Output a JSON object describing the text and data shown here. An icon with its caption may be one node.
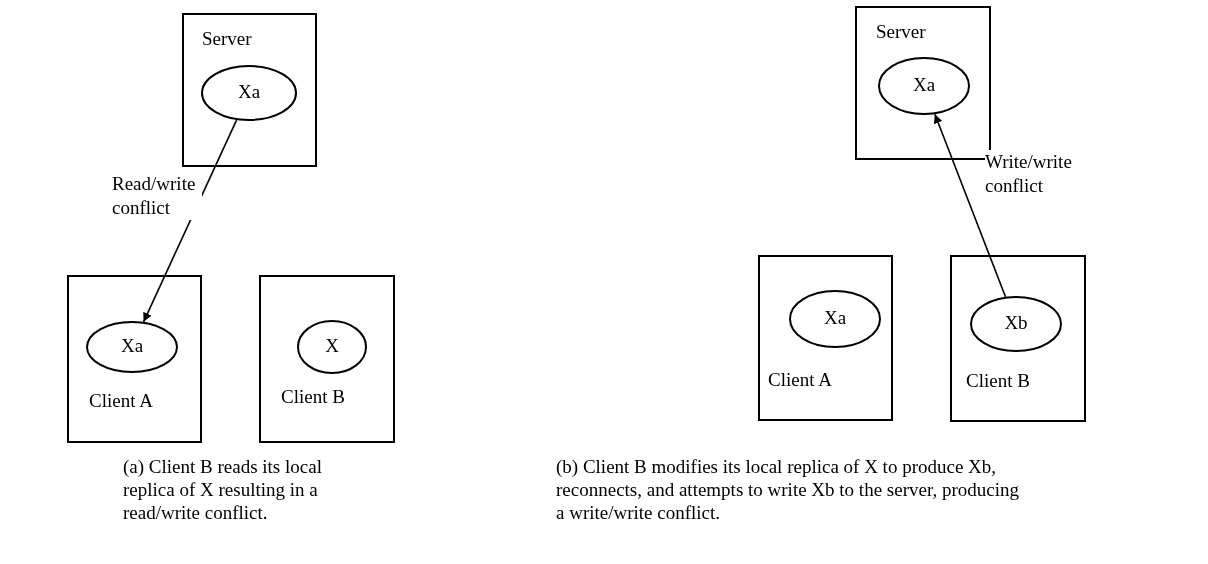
{
  "diagram": {
    "nodes": [
      {
        "text": [
          "Server"
        ]
      },
      {
        "text": [
          "Xa"
        ],
        "in": 0
      },
      {
        "text": [
          "Client A"
        ]
      },
      {
        "text": [
          "Xa"
        ],
        "in": 2
      },
      {
        "text": [
          "Client B"
        ]
      },
      {
        "text": [
          "X"
        ],
        "in": 4
      },
      {
        "text": [
          "Server"
        ]
      },
      {
        "text": [
          "Xa"
        ],
        "in": 6
      },
      {
        "text": [
          "Client A"
        ]
      },
      {
        "text": [
          "Xa"
        ],
        "in": 8
      },
      {
        "text": [
          "Client B"
        ]
      },
      {
        "text": [
          "Xb"
        ],
        "in": 10
      }
    ],
    "edges": [
      {
        "from": 1,
        "to": 3,
        "arrow": "to",
        "label": "Read/write conflict"
      },
      {
        "from": 11,
        "to": 7,
        "arrow": "to",
        "label": "Write/write conflict"
      }
    ],
    "labels": [
      "(a) Client B reads its local replica of X resulting in a read/write conflict.",
      "(b) Client B modifies its local replica of X to produce Xb, reconnects, and attempts to write Xb to the server, producing a write/write conflict."
    ]
  }
}
